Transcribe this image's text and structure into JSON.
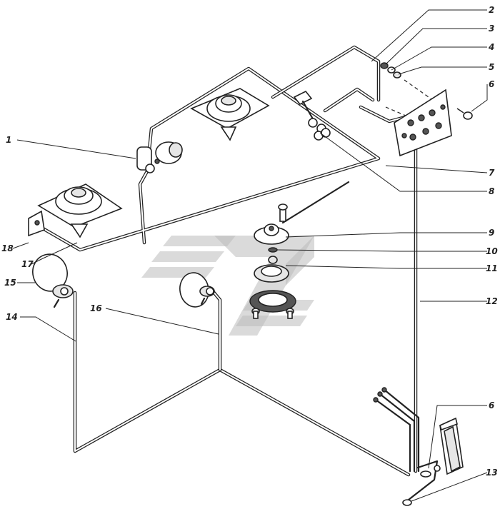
{
  "diagram": {
    "callouts": [
      {
        "id": "c1",
        "text": "1"
      },
      {
        "id": "c2",
        "text": "2"
      },
      {
        "id": "c3",
        "text": "3"
      },
      {
        "id": "c4",
        "text": "4"
      },
      {
        "id": "c5",
        "text": "5"
      },
      {
        "id": "c6a",
        "text": "6"
      },
      {
        "id": "c7",
        "text": "7"
      },
      {
        "id": "c8",
        "text": "8"
      },
      {
        "id": "c9",
        "text": "9"
      },
      {
        "id": "c10",
        "text": "10"
      },
      {
        "id": "c11",
        "text": "11"
      },
      {
        "id": "c12",
        "text": "12"
      },
      {
        "id": "c6b",
        "text": "6"
      },
      {
        "id": "c13",
        "text": "13"
      },
      {
        "id": "c14",
        "text": "14"
      },
      {
        "id": "c15",
        "text": "15"
      },
      {
        "id": "c16",
        "text": "16"
      },
      {
        "id": "c17",
        "text": "17"
      },
      {
        "id": "c18",
        "text": "18"
      }
    ],
    "colors": {
      "ink": "#222222",
      "paper": "#ffffff",
      "watermark": "#bcbcbc"
    }
  }
}
